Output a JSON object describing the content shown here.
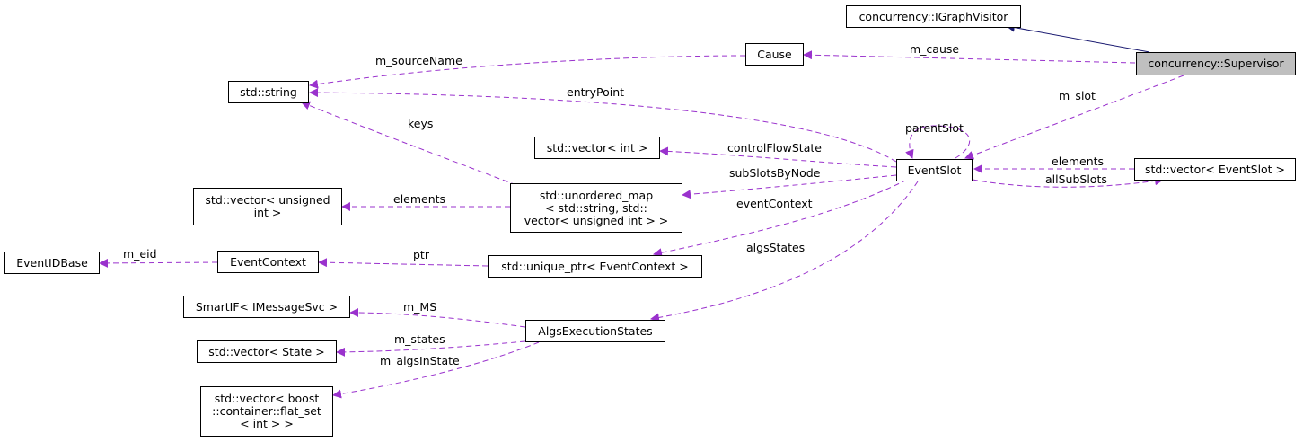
{
  "nodes": {
    "igraphvisitor": "concurrency::IGraphVisitor",
    "supervisor": "concurrency::Supervisor",
    "cause": "Cause",
    "std_string": "std::string",
    "vector_int": "std::vector< int >",
    "eventslot": "EventSlot",
    "vector_eventslot": "std::vector< EventSlot >",
    "vector_unsigned": "std::vector< unsigned\nint >",
    "unordered_map": "std::unordered_map\n< std::string, std::\nvector< unsigned int > >",
    "eventidbase": "EventIDBase",
    "eventcontext": "EventContext",
    "unique_ptr": "std::unique_ptr< EventContext >",
    "smartif": "SmartIF< IMessageSvc >",
    "algsexec": "AlgsExecutionStates",
    "vector_state": "std::vector< State >",
    "vector_flatset": "std::vector< boost\n::container::flat_set\n< int > >"
  },
  "edge_labels": {
    "m_cause": "m_cause",
    "m_sourceName": "m_sourceName",
    "m_slot": "m_slot",
    "entryPoint": "entryPoint",
    "parentSlot": "parentSlot",
    "keys": "keys",
    "controlFlowState": "controlFlowState",
    "elements_slot": "elements",
    "subSlotsByNode": "subSlotsByNode",
    "allSubSlots": "allSubSlots",
    "elements_map": "elements",
    "eventContext": "eventContext",
    "m_eid": "m_eid",
    "ptr": "ptr",
    "algsStates": "algsStates",
    "m_MS": "m_MS",
    "m_states": "m_states",
    "m_algsInState": "m_algsInState"
  },
  "colors": {
    "inheritance": "#191970",
    "member": "#9a32cd",
    "focus_fill": "#bfbfbf"
  }
}
